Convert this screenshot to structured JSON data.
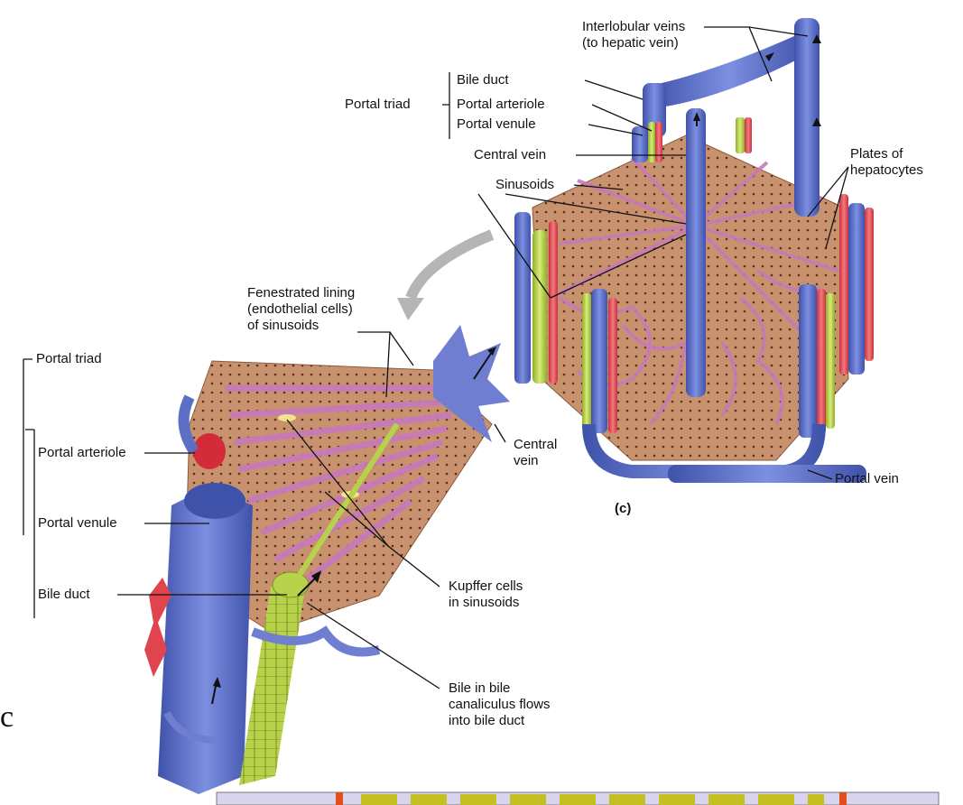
{
  "figure": {
    "panel_label": "(c)",
    "stray_glyph": "c"
  },
  "labels": {
    "interlobular_veins": "Interlobular veins\n(to hepatic vein)",
    "portal_triad_top": "Portal triad",
    "bile_duct_top": "Bile duct",
    "portal_arteriole_top": "Portal arteriole",
    "portal_venule_top": "Portal venule",
    "central_vein_top": "Central vein",
    "sinusoids": "Sinusoids",
    "plates_of_hepatocytes": "Plates of\nhepatocytes",
    "portal_vein": "Portal vein",
    "fenestrated_lining": "Fenestrated lining\n(endothelial cells)\nof sinusoids",
    "portal_triad_left": "Portal triad",
    "portal_arteriole_left": "Portal arteriole",
    "portal_venule_left": "Portal venule",
    "bile_duct_left": "Bile duct",
    "central_vein_bottom": "Central\nvein",
    "kupffer_cells": "Kupffer cells\nin sinusoids",
    "bile_canaliculus": "Bile in bile\ncanaliculus flows\ninto bile duct"
  },
  "colors": {
    "vein": "#5b6fc4",
    "vein_light": "#8a9be0",
    "artery": "#e0454e",
    "bile": "#b7d24a",
    "hepatocyte": "#c9926e",
    "sinusoid": "#c77ab8",
    "strip_fill": "#c4c024"
  }
}
